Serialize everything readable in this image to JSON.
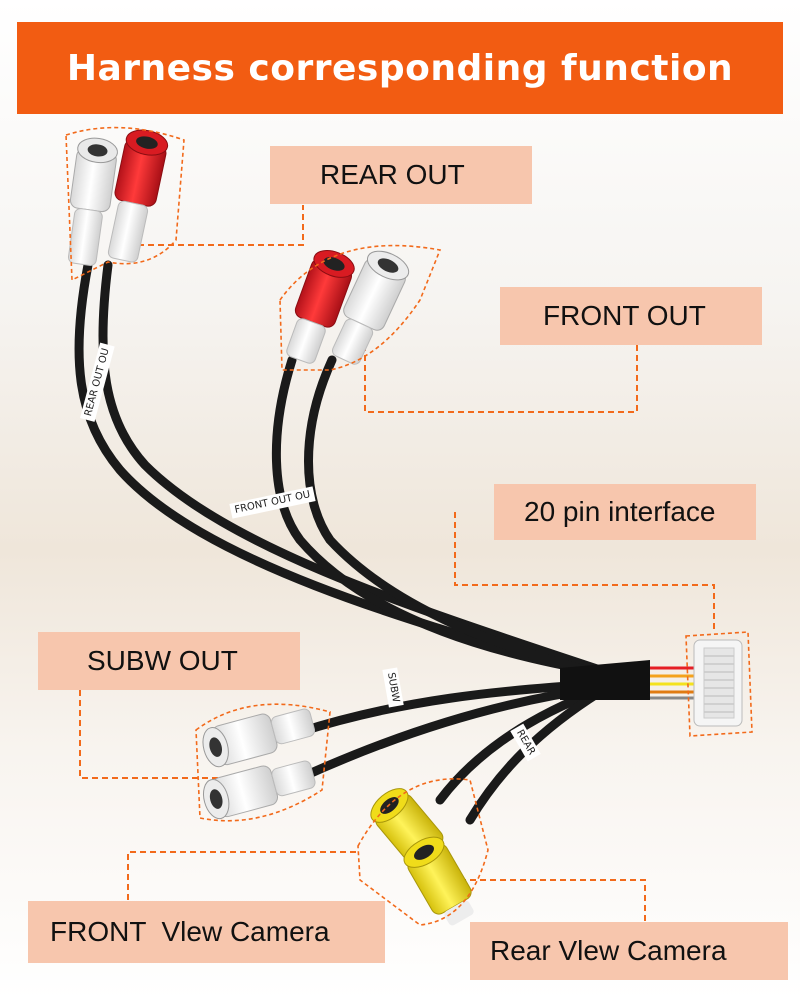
{
  "header": {
    "title": "Harness corresponding function"
  },
  "labels": {
    "rear_out": "REAR OUT",
    "front_out": "FRONT OUT",
    "pin_interface": "20 pin interface",
    "subw_out": "SUBW OUT",
    "front_camera": "FRONT  Vlew Camera",
    "rear_camera": "Rear Vlew Camera"
  },
  "cable_tags": {
    "rear_out": "REAR OUT OU",
    "front_out": "FRONT OUT OU",
    "subw": "SUBW",
    "cam_rear": "REAR"
  },
  "colors": {
    "header_bg": "#f25c12",
    "label_bg": "#f7c6ad",
    "guide_line": "#f26a1b",
    "plug_red": "#e51e25",
    "plug_white": "#f2f2f2",
    "plug_yellow": "#f4e21c",
    "cable": "#1a1a1a"
  }
}
